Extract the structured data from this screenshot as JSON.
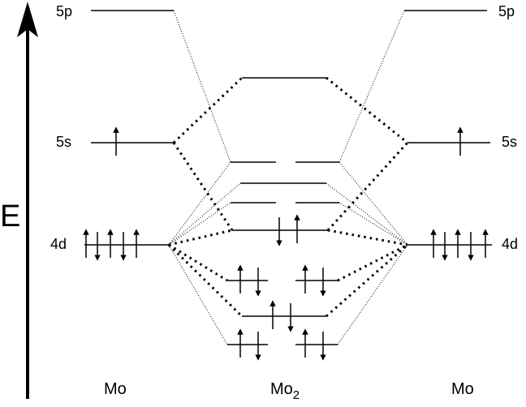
{
  "axis": {
    "label": "E"
  },
  "left_atom": {
    "name": "Mo",
    "levels": [
      {
        "label": "5p",
        "electrons": []
      },
      {
        "label": "5s",
        "electrons": [
          "up"
        ]
      },
      {
        "label": "4d",
        "electrons": [
          "up",
          "down",
          "up",
          "down",
          "up"
        ]
      }
    ]
  },
  "right_atom": {
    "name": "Mo",
    "levels": [
      {
        "label": "5p",
        "electrons": []
      },
      {
        "label": "5s",
        "electrons": [
          "up"
        ]
      },
      {
        "label": "4d",
        "electrons": [
          "up",
          "down",
          "up",
          "down",
          "up"
        ]
      }
    ]
  },
  "molecule": {
    "name": "Mo",
    "subscript": "2",
    "orbitals": [
      {
        "level": "top",
        "split": false,
        "electrons": []
      },
      {
        "level": "upper-pair",
        "split": true,
        "electrons": []
      },
      {
        "level": "middle",
        "split": false,
        "electrons": []
      },
      {
        "level": "lower-pair",
        "split": true,
        "electrons": []
      },
      {
        "level": "half-filled",
        "split": false,
        "electrons": [
          "down",
          "up"
        ]
      },
      {
        "level": "filled-pair",
        "split": true,
        "electrons": [
          "up",
          "down",
          "up",
          "down"
        ]
      },
      {
        "level": "filled-single",
        "split": false,
        "electrons": [
          "up",
          "down"
        ]
      },
      {
        "level": "bottom-pair",
        "split": true,
        "electrons": [
          "up",
          "down",
          "up",
          "down"
        ]
      }
    ]
  }
}
